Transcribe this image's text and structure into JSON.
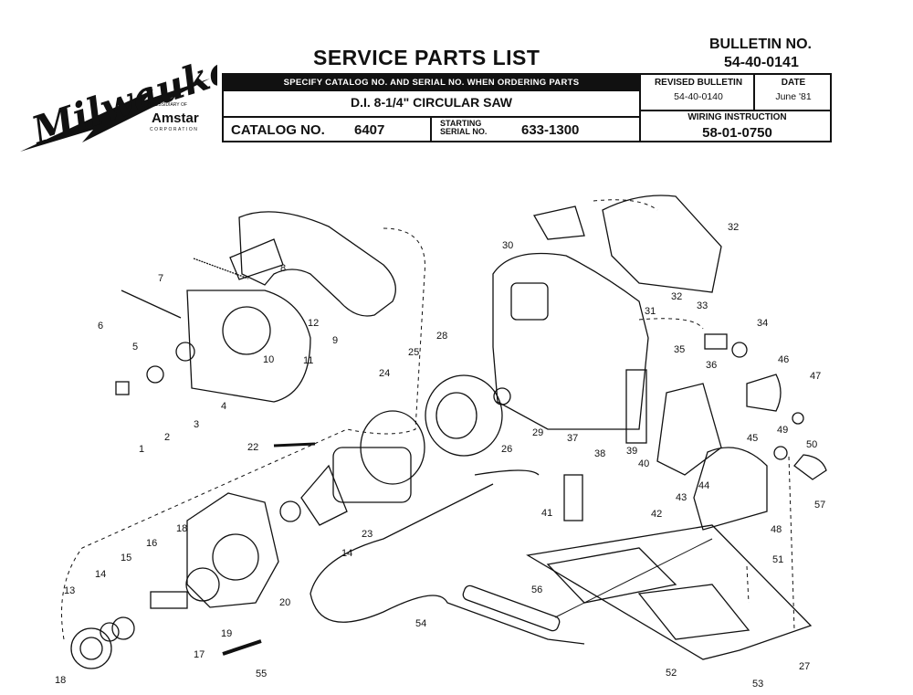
{
  "brand": {
    "logo_text": "Milwaukee",
    "subsidiary_text": "A SUBSIDIARY OF",
    "parent_name": "Amstar",
    "parent_subtitle": "CORPORATION"
  },
  "header": {
    "title": "SERVICE PARTS LIST",
    "bulletin_label": "BULLETIN NO.",
    "bulletin_number": "54-40-0141",
    "instruction_bar": "SPECIFY CATALOG NO. AND SERIAL NO. WHEN ORDERING PARTS",
    "product": "D.I. 8-1/4\" CIRCULAR SAW",
    "catalog_label": "CATALOG NO.",
    "catalog_number": "6407",
    "starting_serial_label_1": "STARTING",
    "starting_serial_label_2": "SERIAL NO.",
    "starting_serial_number": "633-1300",
    "revised_bulletin_label": "REVISED BULLETIN",
    "revised_bulletin_number": "54-40-0140",
    "date_label": "DATE",
    "date_value": "June '81",
    "wiring_label": "WIRING INSTRUCTION",
    "wiring_number": "58-01-0750"
  },
  "diagram": {
    "part_labels": [
      "1",
      "2",
      "3",
      "4",
      "5",
      "6",
      "7",
      "8",
      "9",
      "10",
      "11",
      "12",
      "13",
      "14",
      "14",
      "15",
      "16",
      "17",
      "18",
      "18",
      "19",
      "20",
      "22",
      "23",
      "24",
      "25",
      "26",
      "27",
      "28",
      "29",
      "30",
      "31",
      "32",
      "32",
      "33",
      "34",
      "35",
      "36",
      "37",
      "38",
      "39",
      "40",
      "41",
      "42",
      "43",
      "44",
      "45",
      "46",
      "47",
      "48",
      "49",
      "50",
      "51",
      "52",
      "53",
      "54",
      "55",
      "56",
      "57"
    ]
  }
}
